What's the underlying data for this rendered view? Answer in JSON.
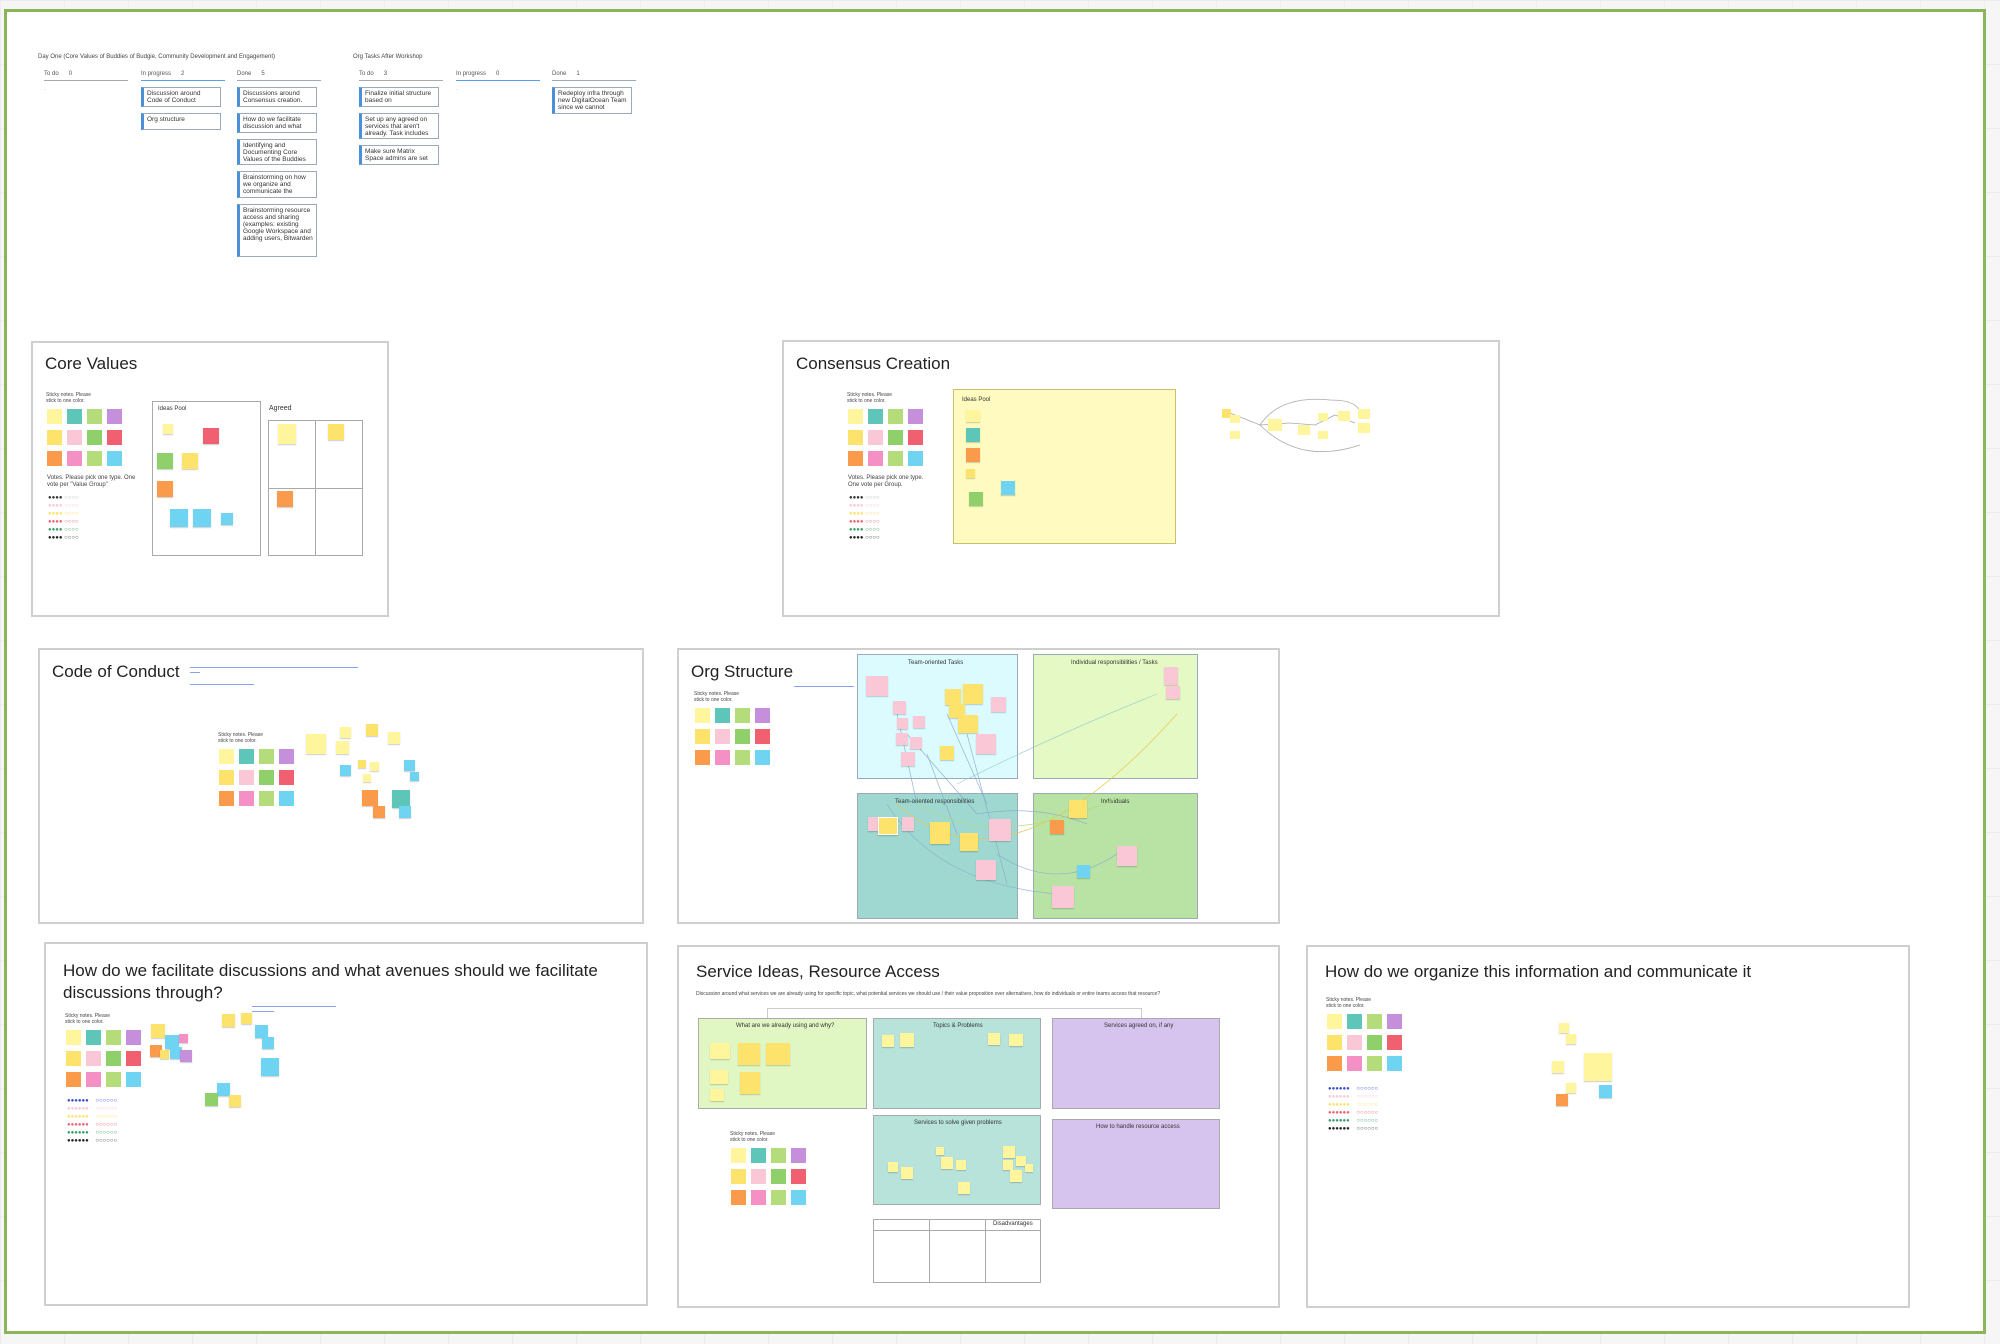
{
  "colors": {
    "frame_border": "#8ab55a",
    "yellow": "#fde26b",
    "teal": "#5ec6b8",
    "lime": "#b5dc7b",
    "purple": "#c58fdb",
    "lightyellow": "#fff59c",
    "pink": "#f9c7d6",
    "green": "#8fd06a",
    "red": "#f06070",
    "orange": "#f99b4a",
    "rose": "#f490c4",
    "blue": "#6fd3f2",
    "cyan": "#5ad0ea"
  },
  "kanban1": {
    "title": "Day One (Core Values of Buddies of Budgie, Community Development and Engagement)",
    "columns": [
      {
        "name": "To do",
        "count": "0",
        "cards": []
      },
      {
        "name": "In progress",
        "count": "2",
        "cards": [
          "Discussion around Code of Conduct",
          "Org structure"
        ]
      },
      {
        "name": "Done",
        "count": "5",
        "cards": [
          "Discussions around Consensus creation.",
          "How do we facilitate discussion and what",
          "Identifying and Documenting Core Values of the Buddies",
          "Brainstorming on how we organize and communicate the",
          "Brainstorming resource access and sharing (examples: existing Google Workspace and adding users, Bitwarden"
        ]
      }
    ]
  },
  "kanban2": {
    "title": "Org Tasks After Workshop",
    "columns": [
      {
        "name": "To do",
        "count": "3",
        "cards": [
          "Finalize initial structure based on",
          "Set up any agreed on services that aren't already. Task includes",
          "Make sure Matrix Space admins are set"
        ]
      },
      {
        "name": "In progress",
        "count": "0",
        "cards": []
      },
      {
        "name": "Done",
        "count": "1",
        "cards": [
          "Redeploy infra through new DigitalOcean Team since we cannot"
        ]
      }
    ]
  },
  "frames": {
    "core_values": {
      "title": "Core Values",
      "sticky_hint": "Sticky notes. Please stick to one color.",
      "votes_hint": "Votes. Please pick one type. One vote per \"Value Group\"",
      "ideas_pool": "Ideas Pool",
      "agreed": "Agreed"
    },
    "consensus": {
      "title": "Consensus Creation",
      "sticky_hint": "Sticky notes. Please stick to one color.",
      "votes_hint": "Votes. Please pick one type. One vote per Group.",
      "ideas_pool": "Ideas Pool"
    },
    "code_of_conduct": {
      "title": "Code of Conduct",
      "sticky_hint": "Sticky notes. Please stick to one color."
    },
    "org_structure": {
      "title": "Org Structure",
      "sticky_hint": "Sticky notes. Please stick to one color.",
      "team_tasks": "Team-oriented Tasks",
      "individual_resp": "Individual responsibilities / Tasks",
      "team_resp": "Team-oriented responsibilities",
      "individuals": "Individuals"
    },
    "facilitate": {
      "title": "How do we facilitate discussions and what avenues should we facilitate discussions through?",
      "sticky_hint": "Sticky notes. Please stick to one color."
    },
    "service_ideas": {
      "title": "Service Ideas, Resource Access",
      "desc": "Discussion around what services we are already using for specific topic, what potential services we should use / their value proposition over alternatives, how do individuals or entire teams access that resource?",
      "already_using": "What are we already using and why?",
      "topics": "Topics & Problems",
      "agreed_on": "Services agreed on, if any",
      "solve": "Services to solve given problems",
      "resource_access": "How to handle resource access",
      "sticky_hint": "Sticky notes. Please stick to one color.",
      "disadvantages": "Disadvantages"
    },
    "organize": {
      "title": "How do we organize this information and communicate it",
      "sticky_hint": "Sticky notes. Please stick to one color."
    }
  }
}
